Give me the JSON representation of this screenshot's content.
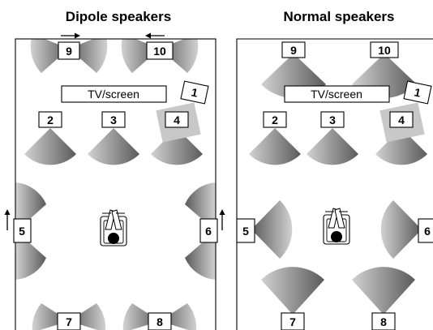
{
  "diagrams": [
    {
      "title": "Dipole speakers",
      "screen_label": "TV/screen",
      "speakers": [
        "1",
        "2",
        "3",
        "4",
        "5",
        "6",
        "7",
        "8",
        "9",
        "10"
      ]
    },
    {
      "title": "Normal speakers",
      "screen_label": "TV/screen",
      "speakers": [
        "1",
        "2",
        "3",
        "4",
        "5",
        "6",
        "7",
        "8",
        "9",
        "10"
      ]
    }
  ],
  "colors": {
    "cone_light": "#d2d2d2",
    "cone_dark": "#5a5a5a",
    "speaker_1_cone": "#c8c8c8",
    "outline": "#000000"
  }
}
